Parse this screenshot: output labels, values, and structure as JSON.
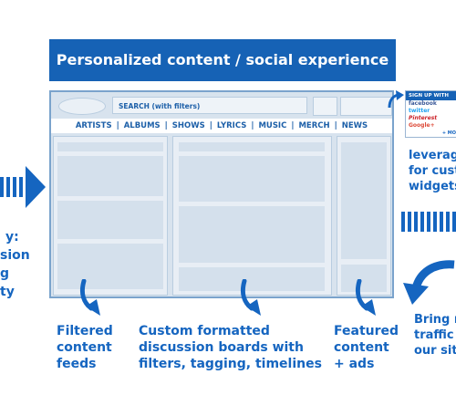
{
  "banner": {
    "title": "Personalized content / social experience"
  },
  "site": {
    "search_label": "SEARCH (with filters)",
    "nav": [
      "ARTISTS",
      "ALBUMS",
      "SHOWS",
      "LYRICS",
      "MUSIC",
      "MERCH",
      "NEWS"
    ]
  },
  "captions": {
    "filtered": [
      "Filtered",
      "content",
      "feeds"
    ],
    "discussion": [
      "Custom formatted",
      "discussion boards with",
      "filters, tagging, timelines"
    ],
    "featured": [
      "Featured",
      "content",
      "+ ads"
    ],
    "left": [
      "y:",
      "sion",
      "g",
      "ty"
    ],
    "right": [
      "leverag",
      "for cust",
      "widgets"
    ],
    "bring": [
      "Bring n",
      "traffic",
      "our sit"
    ]
  },
  "social": {
    "header": "SIGN UP WITH",
    "logos": [
      "facebook",
      "twitter",
      "Pinterest",
      "Google+",
      "+ MO"
    ]
  },
  "colors": {
    "brand": "#1662b5",
    "text": "#1565c0",
    "frame": "#d8e3ee"
  }
}
